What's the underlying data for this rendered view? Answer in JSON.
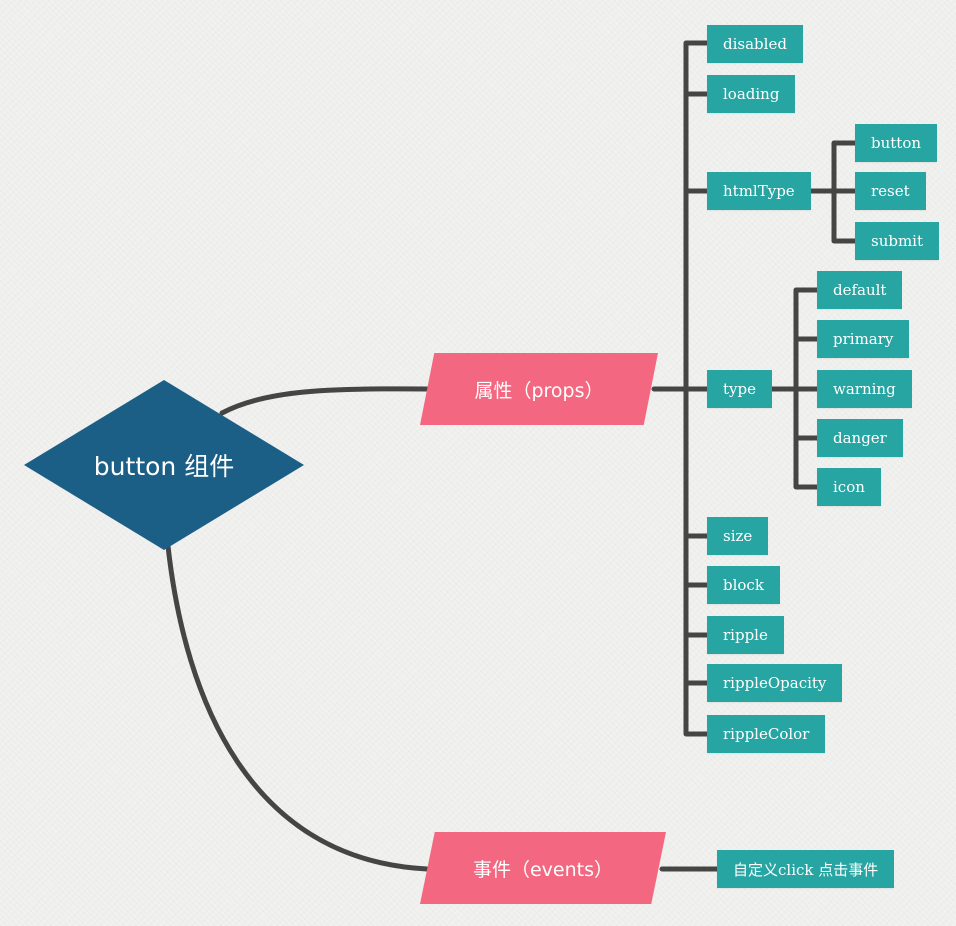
{
  "root": {
    "label": "button 组件"
  },
  "branches": {
    "props": {
      "label": "属性（props）",
      "children": {
        "disabled": "disabled",
        "loading": "loading",
        "htmlType": {
          "label": "htmlType",
          "children": [
            "button",
            "reset",
            "submit"
          ]
        },
        "type": {
          "label": "type",
          "children": [
            "default",
            "primary",
            "warning",
            "danger",
            "icon"
          ]
        },
        "size": "size",
        "block": "block",
        "ripple": "ripple",
        "rippleOpacity": "rippleOpacity",
        "rippleColor": "rippleColor"
      }
    },
    "events": {
      "label": "事件（events）",
      "children": [
        "自定义click 点击事件"
      ]
    }
  },
  "colors": {
    "root": "#1b5e86",
    "branch": "#f36780",
    "leaf": "#27a5a3",
    "connector": "#454545",
    "background": "#f1f1ef"
  }
}
